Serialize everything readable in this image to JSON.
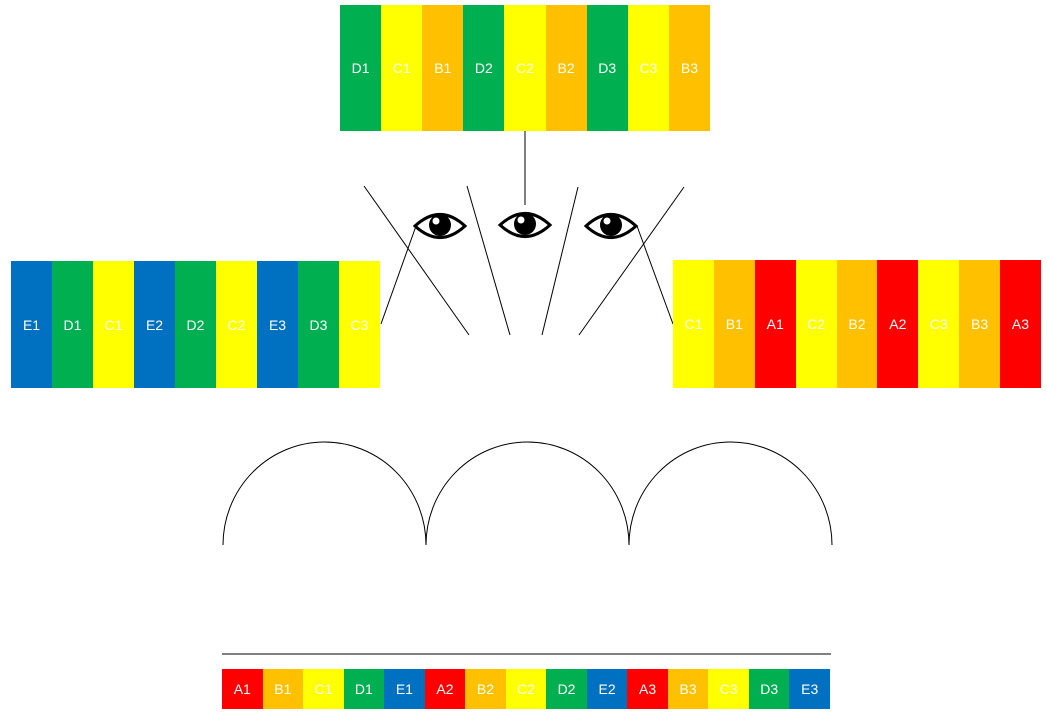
{
  "colors": {
    "A": "#ff0000",
    "B": "#ffc000",
    "C": "#ffff00",
    "D": "#00b050",
    "E": "#0070c0"
  },
  "icons": {
    "eye": "eye-icon"
  },
  "strips": {
    "top": [
      "D1",
      "C1",
      "B1",
      "D2",
      "C2",
      "B2",
      "D3",
      "C3",
      "B3"
    ],
    "left": [
      "E1",
      "D1",
      "C1",
      "E2",
      "D2",
      "C2",
      "E3",
      "D3",
      "C3"
    ],
    "right": [
      "C1",
      "B1",
      "A1",
      "C2",
      "B2",
      "A2",
      "C3",
      "B3",
      "A3"
    ],
    "bottom": [
      "A1",
      "B1",
      "C1",
      "D1",
      "E1",
      "A2",
      "B2",
      "C2",
      "D2",
      "E2",
      "A3",
      "B3",
      "C3",
      "D3",
      "E3"
    ]
  }
}
